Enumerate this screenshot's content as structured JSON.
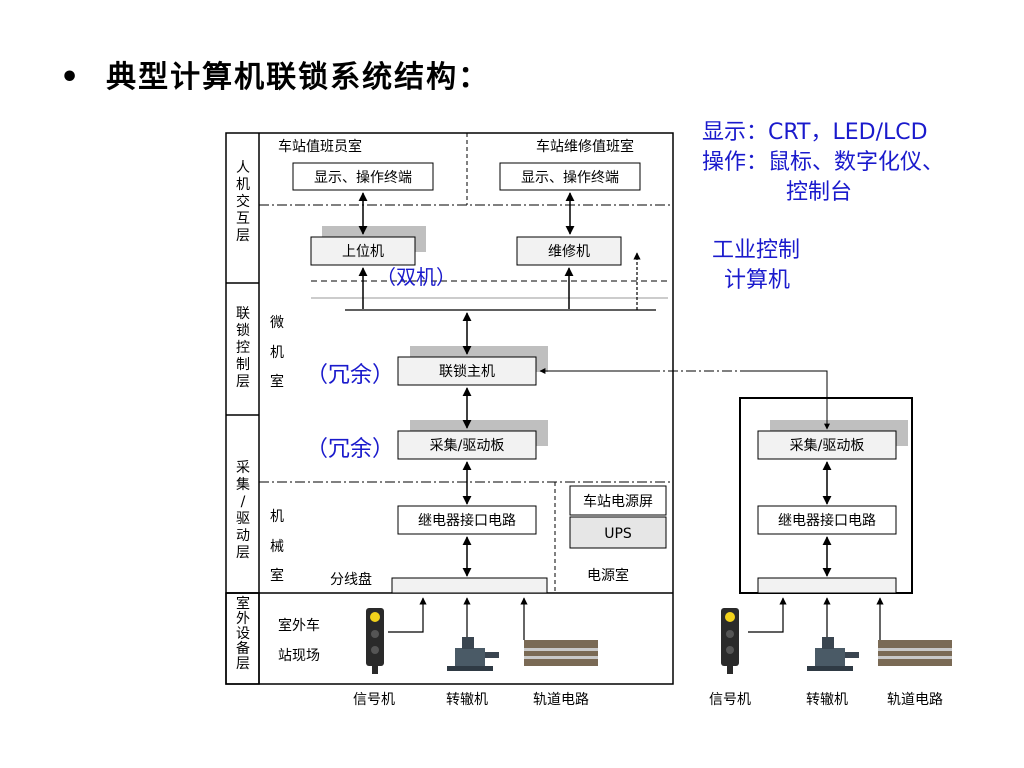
{
  "title": "典型计算机联锁系统结构：",
  "bullet": "•",
  "notes": {
    "display": "显示：CRT，LED/LCD",
    "operate": "操作：鼠标、数字化仪、",
    "operate2": "控制台",
    "industrial1": "工业控制",
    "industrial2": "计算机"
  },
  "layers": {
    "hmi": [
      "人",
      "机",
      "交",
      "互",
      "层"
    ],
    "interlock": [
      "联",
      "锁",
      "控",
      "制",
      "层"
    ],
    "acq": [
      "采",
      "集",
      "/",
      "驱",
      "动",
      "层"
    ],
    "outdoor": [
      "室",
      "外",
      "设",
      "备",
      "层"
    ]
  },
  "rooms": {
    "station_duty": "车站值班员室",
    "maint_duty": "车站维修值班室",
    "micro": [
      "微",
      "机",
      "室"
    ],
    "mech": [
      "机",
      "械",
      "室"
    ],
    "power_room": "电源室",
    "outdoor": [
      "室外车",
      "站现场"
    ]
  },
  "boxes": {
    "terminal1": "显示、操作终端",
    "terminal2": "显示、操作终端",
    "upper": "上位机",
    "maint": "维修机",
    "interlock_host": "联锁主机",
    "acq_board": "采集/驱动板",
    "relay": "继电器接口电路",
    "power_screen": "车站电源屏",
    "ups": "UPS",
    "dist": "分线盘",
    "acq_board2": "采集/驱动板",
    "relay2": "继电器接口电路"
  },
  "annotations": {
    "dual": "（双机）",
    "redundant1": "（冗余）",
    "redundant2": "（冗余）"
  },
  "devices": {
    "signal": "信号机",
    "switch": "转辙机",
    "track": "轨道电路"
  },
  "colors": {
    "note_blue": "#1a1acc",
    "box_shadow": "#bfbfbf",
    "box_fill": "#f2f2f2"
  }
}
